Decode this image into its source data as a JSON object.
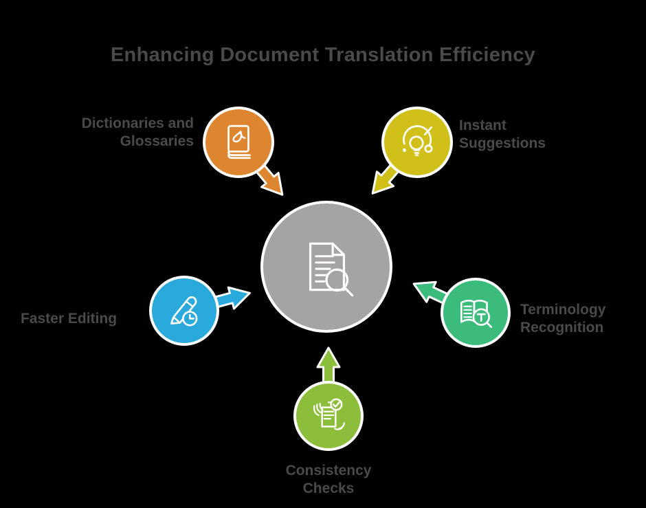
{
  "title": "Enhancing Document Translation Efficiency",
  "center": {
    "icon": "document-search-icon"
  },
  "nodes": [
    {
      "id": "dictionaries-glossaries",
      "label": "Dictionaries and\nGlossaries",
      "icon": "book-icon",
      "color": "#DD862F",
      "position": "top-left"
    },
    {
      "id": "instant-suggestions",
      "label": "Instant\nSuggestions",
      "icon": "lightbulb-idea-icon",
      "color": "#D2C01A",
      "position": "top-right"
    },
    {
      "id": "faster-editing",
      "label": "Faster Editing",
      "icon": "pencil-clock-icon",
      "color": "#29A9DC",
      "position": "left"
    },
    {
      "id": "terminology-recognition",
      "label": "Terminology\nRecognition",
      "icon": "open-book-magnifier-icon",
      "color": "#3CBC7C",
      "position": "right"
    },
    {
      "id": "consistency-checks",
      "label": "Consistency\nChecks",
      "icon": "document-check-hands-icon",
      "color": "#8CBE3B",
      "position": "bottom"
    }
  ],
  "colors": {
    "orange": "#DD862F",
    "yellow": "#D2C01A",
    "blue": "#29A9DC",
    "green": "#3CBC7C",
    "lightgreen": "#8CBE3B",
    "gray": "#A5A4A3",
    "text": "#4A4A4C",
    "background": "#000000",
    "stroke": "#FFFFFF"
  }
}
